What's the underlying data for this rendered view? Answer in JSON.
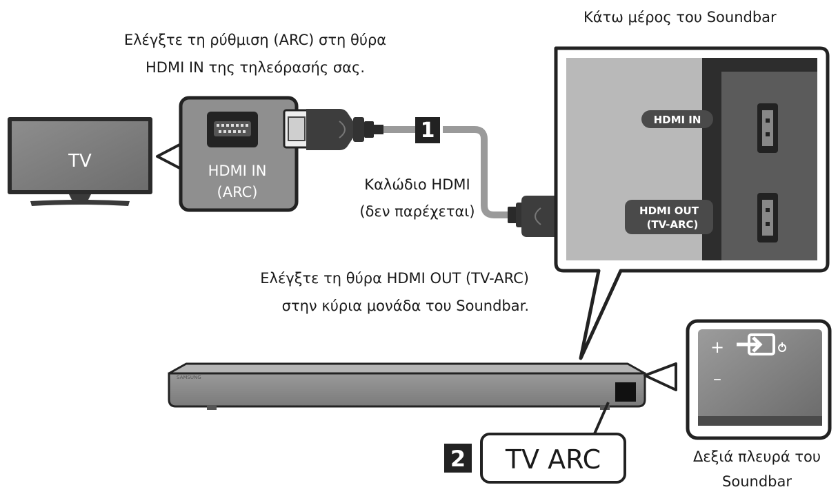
{
  "tv": {
    "label": "TV"
  },
  "tv_port": {
    "line1": "HDMI IN",
    "line2": "(ARC)"
  },
  "instruction_tv": {
    "line1": "Ελέγξτε τη ρύθμιση (ARC) στη θύρα",
    "line2": "HDMI IN της τηλεόρασής σας."
  },
  "cable": {
    "step_number": "1",
    "line1": "Καλώδιο HDMI",
    "line2": "(δεν παρέχεται)"
  },
  "soundbar_bottom": {
    "title": "Κάτω μέρος του Soundbar",
    "port_in": "HDMI IN",
    "port_out_line1": "HDMI OUT",
    "port_out_line2": "(TV-ARC)"
  },
  "instruction_soundbar": {
    "line1": "Ελέγξτε τη θύρα HDMI OUT (TV-ARC)",
    "line2": "στην κύρια μονάδα του Soundbar."
  },
  "soundbar": {
    "brand": "SAMSUNG"
  },
  "step2": {
    "number": "2",
    "label": "TV ARC"
  },
  "side_panel": {
    "plus": "+",
    "minus": "–",
    "caption_line1": "Δεξιά πλευρά του",
    "caption_line2": "Soundbar"
  }
}
